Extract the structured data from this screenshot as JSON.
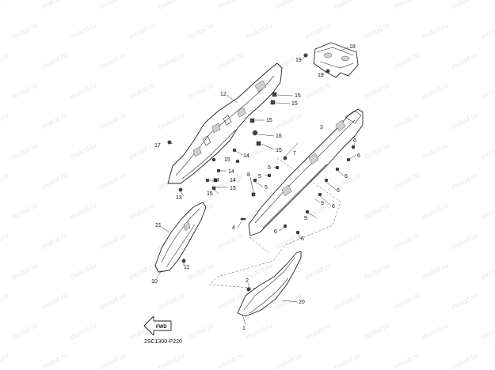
{
  "watermark": "motod.ru",
  "diagram_code": "2SC1300-P220",
  "arrow_label": "FWD",
  "callouts": {
    "c1": "1",
    "c2": "2",
    "c3": "3",
    "c4": "4",
    "c5a": "5",
    "c5b": "5",
    "c5c": "5",
    "c6a": "6",
    "c6b": "6",
    "c6c": "6",
    "c6d": "6",
    "c6e": "6",
    "c6f": "6",
    "c6g": "6",
    "c7": "7",
    "c8": "8",
    "c9a": "9",
    "c9b": "9",
    "c10": "10",
    "c11": "11",
    "c12": "12",
    "c13": "13",
    "c14a": "14",
    "c14b": "14",
    "c14c": "14",
    "c14d": "14",
    "c15a": "15",
    "c15b": "15",
    "c15c": "15",
    "c15d": "15",
    "c15e": "15",
    "c15f": "15",
    "c15g": "15",
    "c16": "16",
    "c17": "17",
    "c18": "18",
    "c19a": "19",
    "c19b": "19",
    "c20": "20",
    "c21": "21"
  }
}
